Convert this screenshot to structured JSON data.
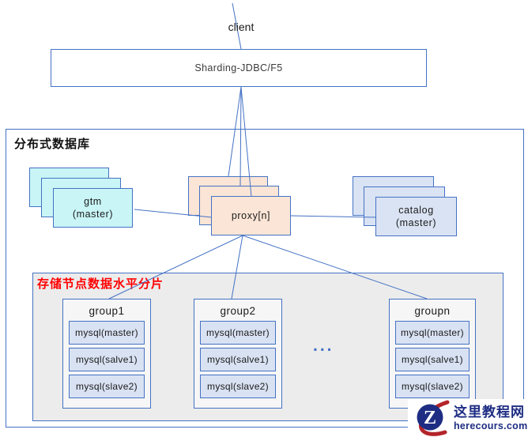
{
  "client_label": "client",
  "sharding_box_label": "Sharding-JDBC/F5",
  "container": {
    "title": "分布式数据库"
  },
  "stacks": {
    "gtm": {
      "line1": "gtm",
      "line2": "(master)"
    },
    "proxy": {
      "line1": "proxy[n]"
    },
    "catalog": {
      "line1": "catalog",
      "line2": "(master)"
    }
  },
  "storage": {
    "title": "存储节点数据水平分片",
    "ellipsis": "...",
    "groups": [
      {
        "name": "group1",
        "nodes": [
          "mysql(master)",
          "mysql(salve1)",
          "mysql(slave2)"
        ]
      },
      {
        "name": "group2",
        "nodes": [
          "mysql(master)",
          "mysql(salve1)",
          "mysql(slave2)"
        ]
      },
      {
        "name": "groupn",
        "nodes": [
          "mysql(master)",
          "mysql(salve1)",
          "mysql(slave2)"
        ]
      }
    ]
  },
  "logo": {
    "letter": "Z",
    "site_name": "这里教程网",
    "site_url": "herecours.com"
  },
  "colors": {
    "accent": "#4472C4",
    "gtm_fill": "#C9F5F6",
    "proxy_fill": "#FBE5D6",
    "catalog_fill": "#DAE3F3",
    "node_fill": "#D9E2F3",
    "region_fill": "#ECECEC",
    "group_fill": "#F6F6F6",
    "label_red": "#FF0000",
    "logo_navy": "#1E2D83",
    "logo_red": "#B2252A"
  }
}
